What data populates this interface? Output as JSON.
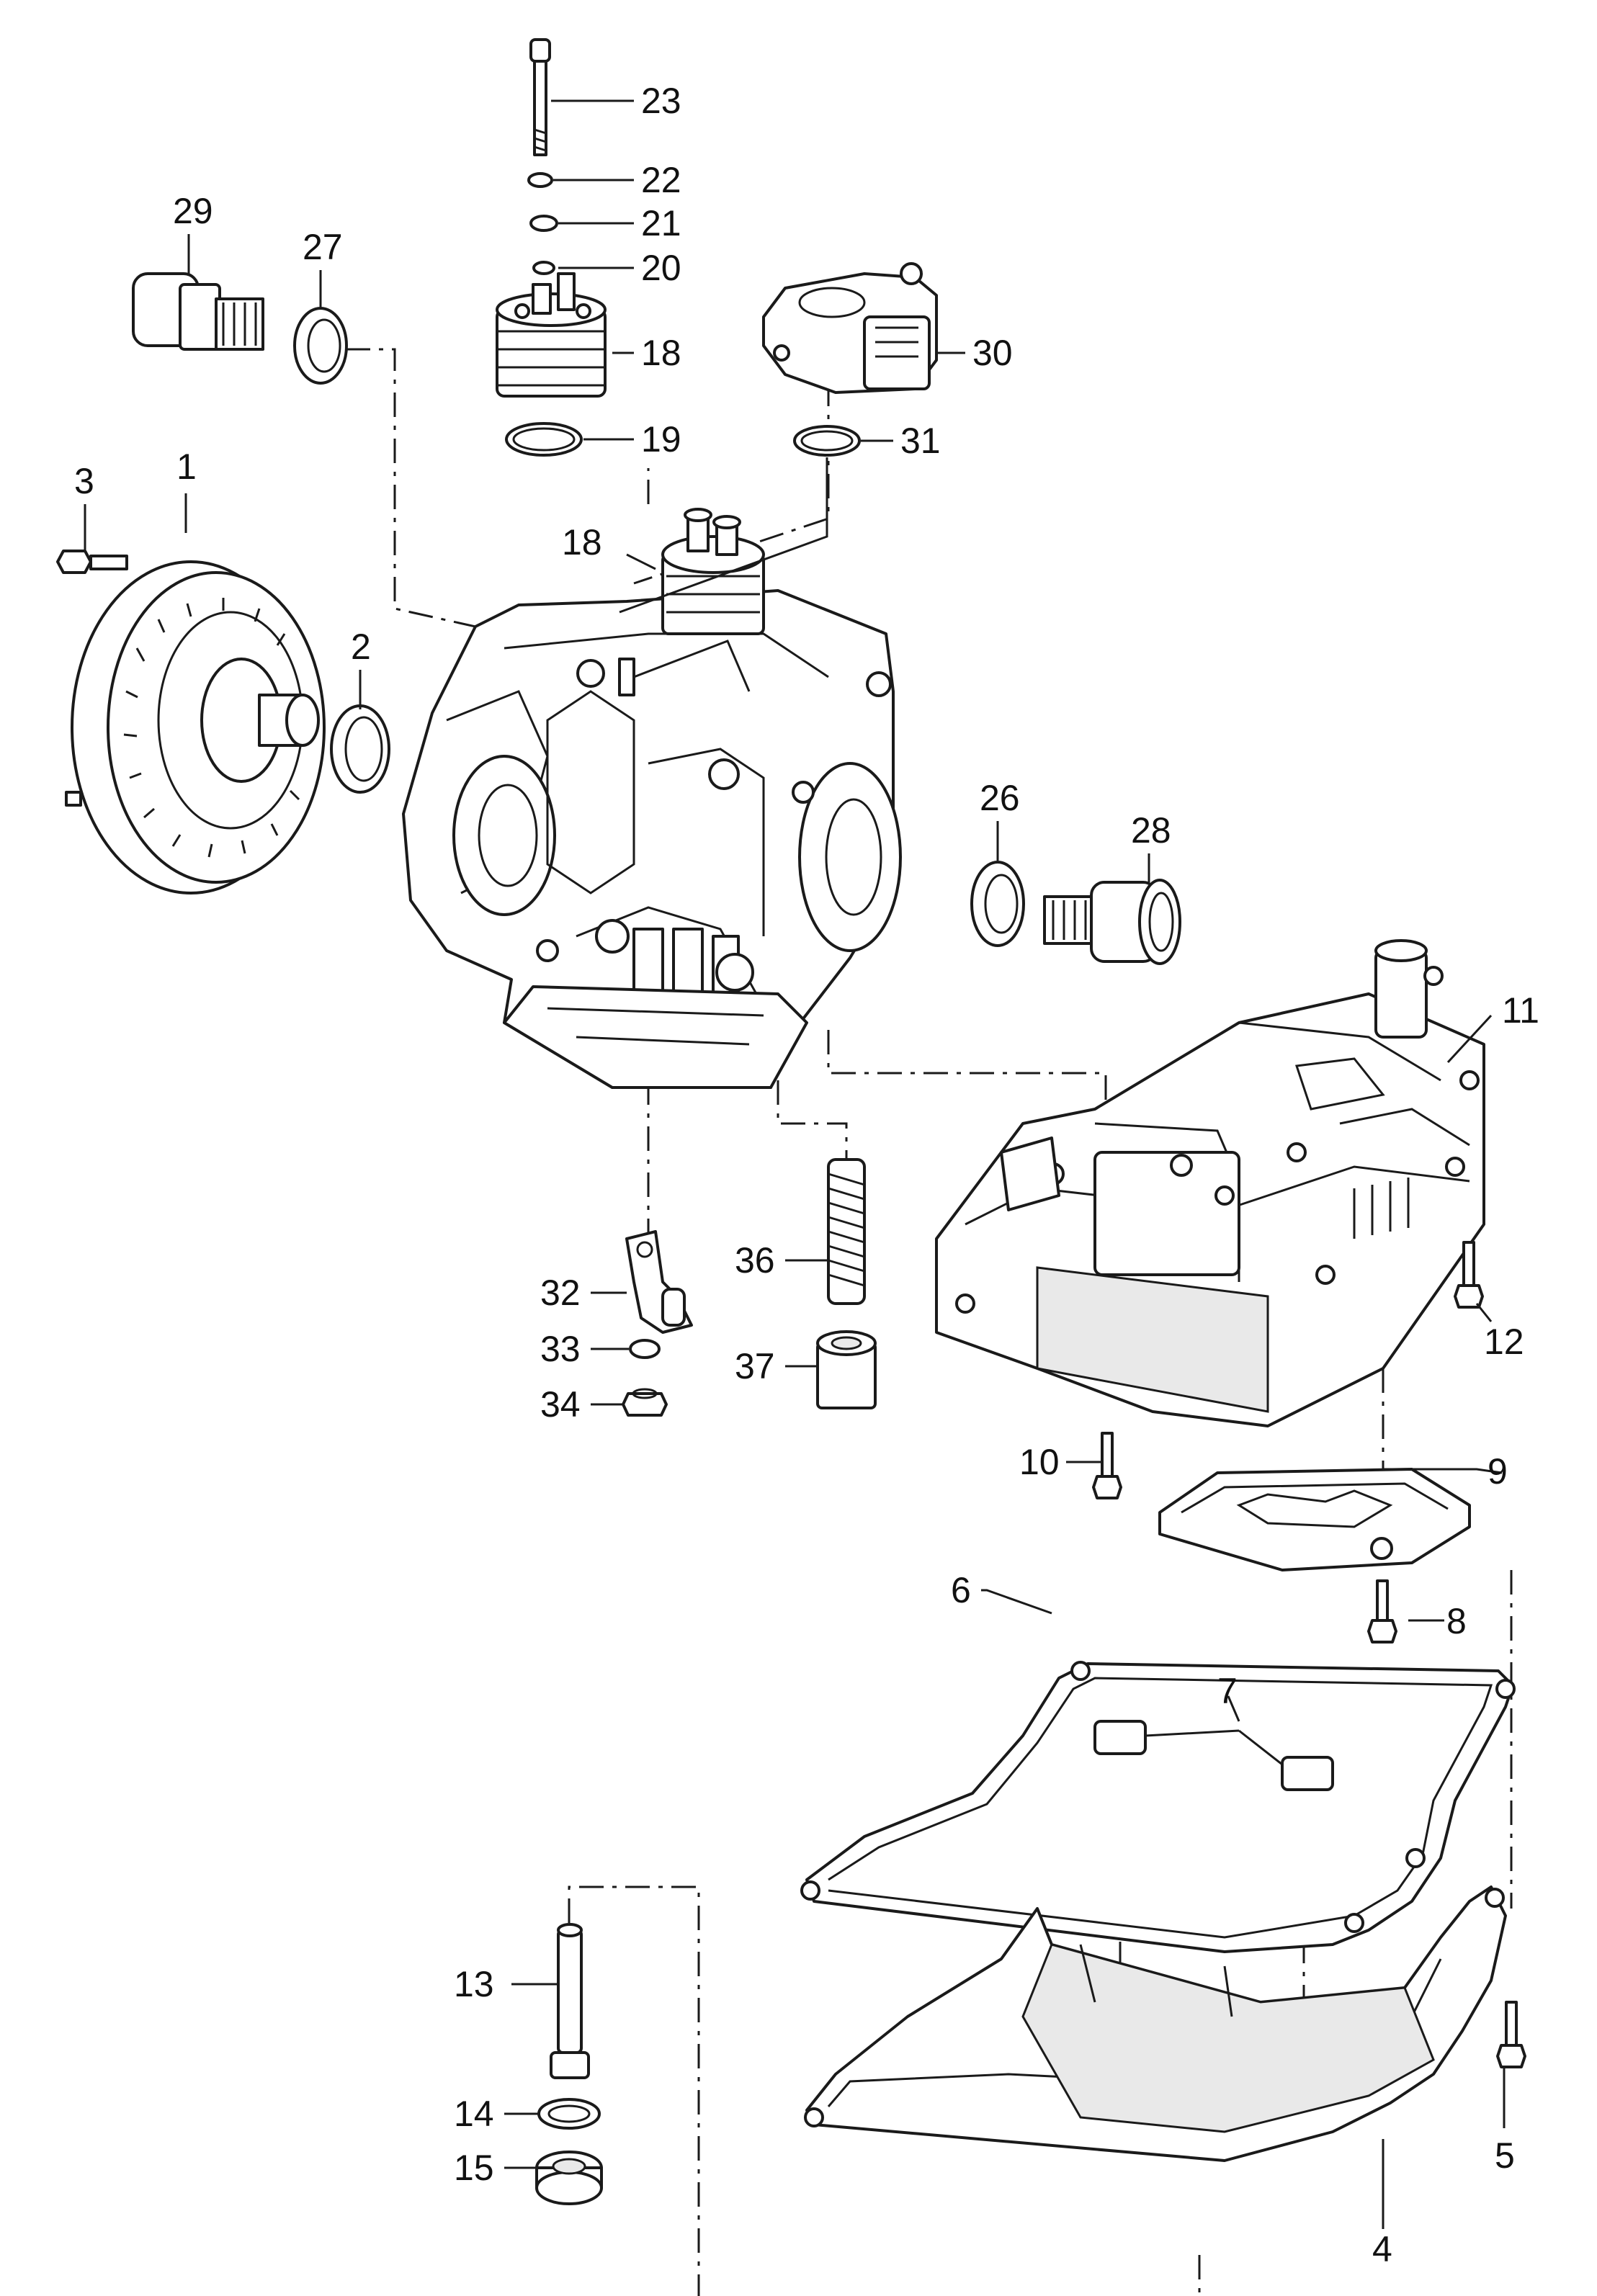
{
  "labels": {
    "p1": "1",
    "p2": "2",
    "p3": "3",
    "p4": "4",
    "p5": "5",
    "p6": "6",
    "p7": "7",
    "p8": "8",
    "p9": "9",
    "p10": "10",
    "p11": "11",
    "p12": "12",
    "p13": "13",
    "p14": "14",
    "p15": "15",
    "p18a": "18",
    "p18b": "18",
    "p19": "19",
    "p20": "20",
    "p21": "21",
    "p22": "22",
    "p23": "23",
    "p26": "26",
    "p27": "27",
    "p28": "28",
    "p29": "29",
    "p30": "30",
    "p31": "31",
    "p32": "32",
    "p33": "33",
    "p34": "34",
    "p36": "36",
    "p37": "37"
  }
}
